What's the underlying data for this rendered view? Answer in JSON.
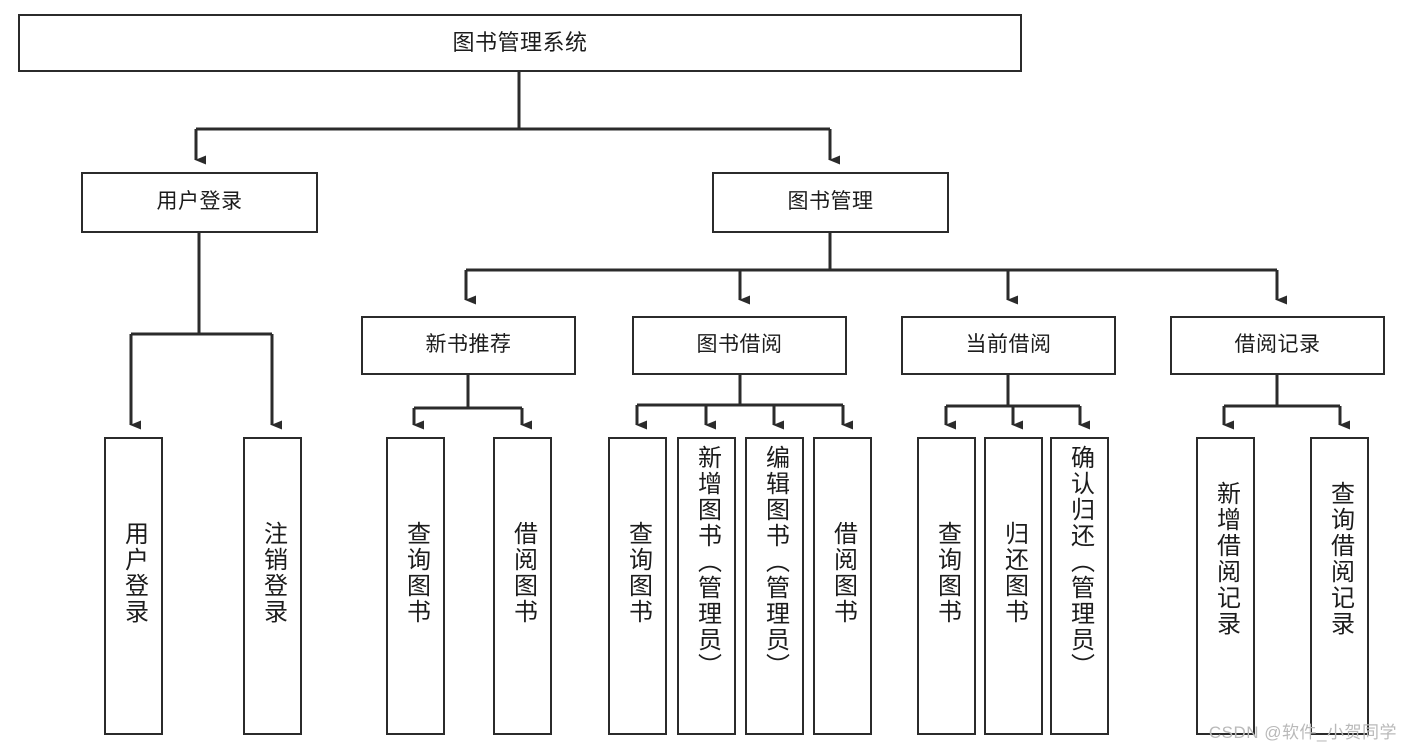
{
  "diagram": {
    "type": "tree-hierarchy-functional-decomposition",
    "stroke_color": "#2b2b2b",
    "fill_color": "#ffffff",
    "text_color": "#1c1c1c",
    "root": {
      "label": "图书管理系统"
    },
    "level2": [
      {
        "label": "用户登录"
      },
      {
        "label": "图书管理"
      }
    ],
    "level3": [
      {
        "label": "新书推荐"
      },
      {
        "label": "图书借阅"
      },
      {
        "label": "当前借阅"
      },
      {
        "label": "借阅记录"
      }
    ],
    "leaves": {
      "user_login": [
        {
          "label": "用户登录"
        },
        {
          "label": "注销登录"
        }
      ],
      "new_book_recommend": [
        {
          "label": "查询图书"
        },
        {
          "label": "借阅图书"
        }
      ],
      "book_borrow": [
        {
          "label": "查询图书"
        },
        {
          "label": "新增图书（管理员）"
        },
        {
          "label": "编辑图书（管理员）"
        },
        {
          "label": "借阅图书"
        }
      ],
      "current_borrow": [
        {
          "label": "查询图书"
        },
        {
          "label": "归还图书"
        },
        {
          "label": "确认归还（管理员）"
        }
      ],
      "borrow_record": [
        {
          "label": "新增借阅记录"
        },
        {
          "label": "查询借阅记录"
        }
      ]
    }
  },
  "watermark": {
    "text": "CSDN @软件_小贺同学"
  }
}
